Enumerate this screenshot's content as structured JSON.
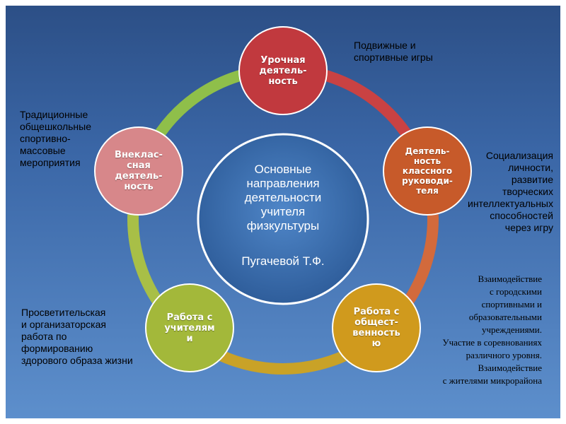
{
  "diagram": {
    "center": {
      "text": "Основные\nнаправления\nдеятельности\nучителя\nфизкультуры",
      "subtitle": "Пугачевой Т.Ф."
    },
    "nodes": [
      {
        "id": "lesson",
        "label": "Урочная\nдеятель-\nность",
        "color": "#c1393e"
      },
      {
        "id": "class-teacher",
        "label": "Деятель-\nность\nклассного\nруководи-\nтеля",
        "color": "#c75a2a"
      },
      {
        "id": "community",
        "label": "Работа с\nобщест-\nвенность\nю",
        "color": "#d09a1d"
      },
      {
        "id": "teachers",
        "label": "Работа с\nучителям\nи",
        "color": "#a3b83a"
      },
      {
        "id": "extracurricular",
        "label": "Внеклас-\nсная\nдеятель-\nность",
        "color": "#d7878a"
      }
    ],
    "ring_colors": [
      "#c94243",
      "#d26a3c",
      "#c9a227",
      "#a8bf47",
      "#8fbf4a"
    ]
  },
  "notes": {
    "games": "Подвижные и\nспортивные игры",
    "traditional": "Традиционные\nобщешкольные\nспортивно-\nмассовые\nмероприятия",
    "socialization": "Социализация\nличности,\nразвитие\nтворческих\nинтеллектуальных\nспособностей\nчерез игру",
    "enlightenment": "Просветительская\nи организаторская\nработа по\nформированию\nздорового образа жизни",
    "interaction": "Взаимодействие\nс городскими\nспортивными и\nобразовательными\nучреждениями.\nУчастие в соревнованиях\nразличного уровня.\nВзаимодействие\nс жителями микрорайона"
  }
}
